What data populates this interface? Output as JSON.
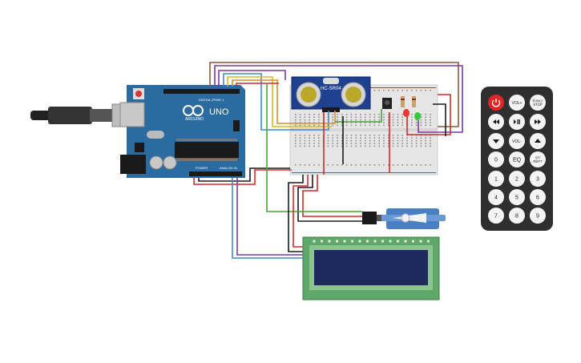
{
  "arduino": {
    "board_label": "UNO",
    "brand_label": "ARDUINO",
    "digital_header_label": "DIGITAL (PWM~)",
    "power_label": "POWER",
    "analog_label": "ANALOG IN"
  },
  "ultrasonic": {
    "model_label": "HC-SR04"
  },
  "remote": {
    "buttons": [
      {
        "label": "",
        "icon": "power-icon"
      },
      {
        "label": "VOL+",
        "icon": ""
      },
      {
        "label": "FUNC/\nSTOP",
        "icon": ""
      },
      {
        "label": "",
        "icon": "rewind-icon"
      },
      {
        "label": "",
        "icon": "play-pause-icon"
      },
      {
        "label": "",
        "icon": "fast-forward-icon"
      },
      {
        "label": "",
        "icon": "down-icon"
      },
      {
        "label": "VOL-",
        "icon": ""
      },
      {
        "label": "",
        "icon": "up-icon"
      },
      {
        "label": "0",
        "icon": ""
      },
      {
        "label": "EQ",
        "icon": ""
      },
      {
        "label": "ST/\nREPT",
        "icon": ""
      },
      {
        "label": "1",
        "icon": ""
      },
      {
        "label": "2",
        "icon": ""
      },
      {
        "label": "3",
        "icon": ""
      },
      {
        "label": "4",
        "icon": ""
      },
      {
        "label": "5",
        "icon": ""
      },
      {
        "label": "6",
        "icon": ""
      },
      {
        "label": "7",
        "icon": ""
      },
      {
        "label": "8",
        "icon": ""
      },
      {
        "label": "9",
        "icon": ""
      }
    ]
  },
  "colors": {
    "arduino_board": "#2a6ba1",
    "breadboard": "#e6e6e6",
    "lcd_pcb": "#5fa86a",
    "lcd_screen": "#1e2a5c",
    "servo_body": "#4a7fc4",
    "remote_body": "#2f2f2f",
    "power_button": "#e02525",
    "wire_red": "#d42a2a",
    "wire_black": "#1a1a1a",
    "wire_orange": "#e48a2a",
    "wire_yellow": "#d8b820",
    "wire_green": "#4aa23a",
    "wire_purple": "#7a3aa0",
    "wire_blue": "#3a8cd0",
    "wire_brown": "#8a5a3a"
  }
}
